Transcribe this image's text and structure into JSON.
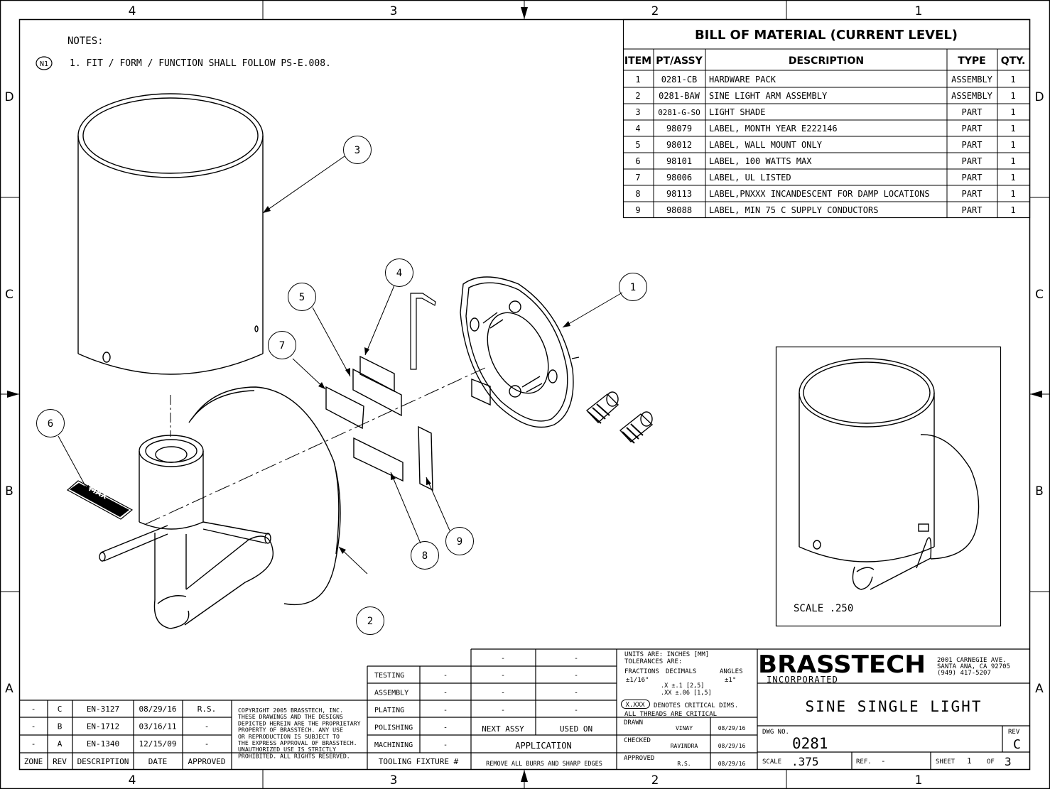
{
  "zones": {
    "top": [
      "4",
      "3",
      "2",
      "1"
    ],
    "bottom": [
      "4",
      "3",
      "2",
      "1"
    ],
    "left": [
      "D",
      "C",
      "B",
      "A"
    ],
    "right": [
      "D",
      "C",
      "B",
      "A"
    ]
  },
  "notes": {
    "heading": "NOTES:",
    "flag": "N1",
    "items": [
      "1.  FIT / FORM / FUNCTION SHALL FOLLOW PS-E.008."
    ]
  },
  "bom": {
    "title": "BILL OF MATERIAL (CURRENT LEVEL)",
    "headers": [
      "ITEM",
      "PT/ASSY",
      "DESCRIPTION",
      "TYPE",
      "QTY."
    ],
    "rows": [
      [
        "1",
        "0281-CB",
        "HARDWARE PACK",
        "ASSEMBLY",
        "1"
      ],
      [
        "2",
        "0281-BAW",
        "SINE LIGHT ARM ASSEMBLY",
        "ASSEMBLY",
        "1"
      ],
      [
        "3",
        "0281-G-SO",
        "LIGHT SHADE",
        "PART",
        "1"
      ],
      [
        "4",
        "98079",
        "LABEL, MONTH  YEAR  E222146",
        "PART",
        "1"
      ],
      [
        "5",
        "98012",
        "LABEL, WALL MOUNT ONLY",
        "PART",
        "1"
      ],
      [
        "6",
        "98101",
        "LABEL, 100 WATTS MAX",
        "PART",
        "1"
      ],
      [
        "7",
        "98006",
        "LABEL, UL LISTED",
        "PART",
        "1"
      ],
      [
        "8",
        "98113",
        "LABEL,PNXXX INCANDESCENT FOR DAMP LOCATIONS",
        "PART",
        "1"
      ],
      [
        "9",
        "98088",
        "LABEL, MIN 75 C SUPPLY CONDUCTORS",
        "PART",
        "1"
      ]
    ]
  },
  "balloons": [
    "1",
    "2",
    "3",
    "4",
    "5",
    "6",
    "7",
    "8",
    "9"
  ],
  "label6_text": "MAX",
  "detail_scale": "SCALE  .250",
  "revisions": {
    "rows": [
      [
        "-",
        "C",
        "EN-3127",
        "08/29/16",
        "R.S."
      ],
      [
        "-",
        "B",
        "EN-1712",
        "03/16/11",
        "-"
      ],
      [
        "-",
        "A",
        "EN-1340",
        "12/15/09",
        "-"
      ]
    ],
    "headers": [
      "ZONE",
      "REV",
      "DESCRIPTION",
      "DATE",
      "APPROVED"
    ]
  },
  "copyright": [
    "COPYRIGHT 2005 BRASSTECH, INC.",
    "THESE DRAWINGS AND THE DESIGNS",
    "DEPICTED HEREIN ARE THE PROPRIETARY",
    "PROPERTY OF BRASSTECH. ANY USE",
    "OR REPRODUCTION IS SUBJECT TO",
    "THE EXPRESS APPROVAL OF BRASSTECH.",
    "UNAUTHORIZED USE IS STRICTLY",
    "PROHIBITED. ALL RIGHTS RESERVED."
  ],
  "process": {
    "rows": [
      "TESTING",
      "ASSEMBLY",
      "PLATING",
      "POLISHING",
      "MACHINING"
    ],
    "dash": "-",
    "next_assy": "NEXT ASSY",
    "used_on": "USED ON",
    "application": "APPLICATION",
    "tooling": "TOOLING FIXTURE #",
    "burrs": "REMOVE ALL BURRS AND SHARP EDGES"
  },
  "tolerances": {
    "units": "UNITS ARE: INCHES  [MM]",
    "tol": "TOLERANCES ARE:",
    "fractions": "FRACTIONS",
    "decimals": "DECIMALS",
    "angles": "ANGLES",
    "frac_val": "±1/16\"",
    "dec1": ".X  ±.1   [2,5]",
    "dec2": ".XX ±.06  [1,5]",
    "ang_val": "±1°",
    "critical_box": "X.XXX",
    "critical1": "DENOTES CRITICAL DIMS.",
    "critical2": "ALL THREADS ARE CRITICAL"
  },
  "signoff": [
    {
      "role": "DRAWN",
      "name": "VINAY",
      "date": "08/29/16"
    },
    {
      "role": "CHECKED",
      "name": "RAVINDRA",
      "date": "08/29/16"
    },
    {
      "role": "APPROVED",
      "name": "R.S.",
      "date": "08/29/16"
    }
  ],
  "company": {
    "name": "BRASSTECH",
    "sub": "INCORPORATED",
    "addr1": "2001 CARNEGIE AVE.",
    "addr2": "SANTA ANA, CA 92705",
    "addr3": "(949) 417-5207"
  },
  "title": "SINE SINGLE LIGHT",
  "dwg": {
    "dwg_label": "DWG NO.",
    "dwg_no": "0281",
    "rev_label": "REV",
    "rev": "C",
    "scale_label": "SCALE",
    "scale": ".375",
    "ref_label": "REF.",
    "ref": "-",
    "sheet_label": "SHEET",
    "sheet": "1",
    "of_label": "OF",
    "of": "3"
  }
}
